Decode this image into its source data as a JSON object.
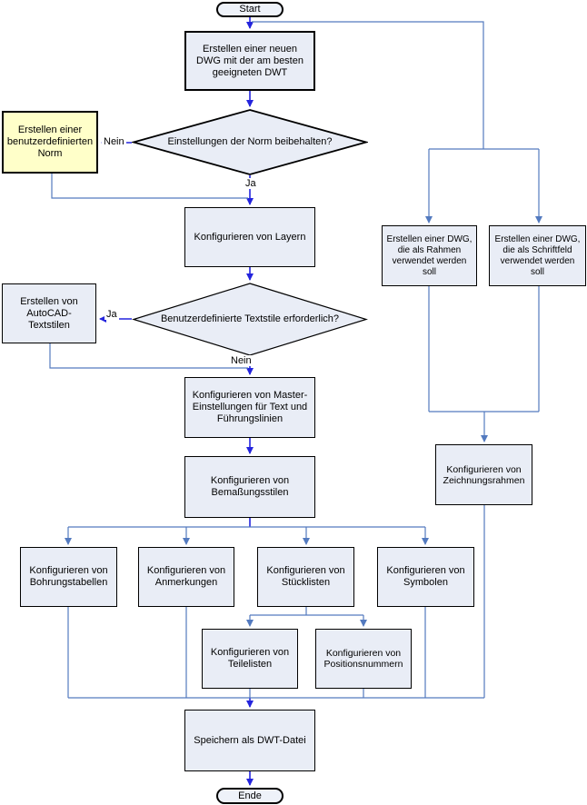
{
  "diagram": {
    "kind": "flowchart",
    "language": "de",
    "colors": {
      "main_arrow": "#2424dd",
      "branch_line": "#537abf",
      "node_fill": "#e9edf6",
      "terminal_fill": "#eef2f9",
      "highlight_fill": "#ffffc9",
      "node_border": "#000000"
    },
    "nodes": {
      "start": {
        "text": "Start",
        "type": "terminal"
      },
      "new_dwg": {
        "text": "Erstellen einer neuen DWG mit der am besten geeigneten DWT",
        "type": "process"
      },
      "norm_decision": {
        "text": "Einstellungen der Norm beibehalten?",
        "type": "decision"
      },
      "custom_norm": {
        "text": "Erstellen einer benutzerdefinierten Norm",
        "type": "process-highlighted"
      },
      "layers": {
        "text": "Konfigurieren von Layern",
        "type": "process"
      },
      "textstyle_decision": {
        "text": "Benutzerdefinierte Textstile erforderlich?",
        "type": "decision"
      },
      "autocad_styles": {
        "text": "Erstellen von AutoCAD-Textstilen",
        "type": "process"
      },
      "master_settings": {
        "text": "Konfigurieren von Master-Einstellungen für Text und Führungslinien",
        "type": "process"
      },
      "dim_styles": {
        "text": "Konfigurieren von Bemaßungsstilen",
        "type": "process"
      },
      "hole_tables": {
        "text": "Konfigurieren von Bohrungstabellen",
        "type": "process"
      },
      "annotations": {
        "text": "Konfigurieren von Anmerkungen",
        "type": "process"
      },
      "parts_lists": {
        "text": "Konfigurieren von Stücklisten",
        "type": "process"
      },
      "symbols": {
        "text": "Konfigurieren von Symbolen",
        "type": "process"
      },
      "item_lists": {
        "text": "Konfigurieren von Teilelisten",
        "type": "process"
      },
      "balloons": {
        "text": "Konfigurieren von Positionsnummern",
        "type": "process"
      },
      "dwg_frame": {
        "text": "Erstellen einer DWG, die als Rahmen verwendet werden soll",
        "type": "process"
      },
      "dwg_titleblock": {
        "text": "Erstellen einer DWG, die als Schriftfeld verwendet werden soll",
        "type": "process"
      },
      "drawing_frames": {
        "text": "Konfigurieren von Zeichnungsrahmen",
        "type": "process"
      },
      "save_dwt": {
        "text": "Speichern als DWT-Datei",
        "type": "process"
      },
      "ende": {
        "text": "Ende",
        "type": "terminal"
      }
    },
    "edge_labels": {
      "norm_no": "Nein",
      "norm_yes": "Ja",
      "textstyle_yes": "Ja",
      "textstyle_no": "Nein"
    }
  }
}
